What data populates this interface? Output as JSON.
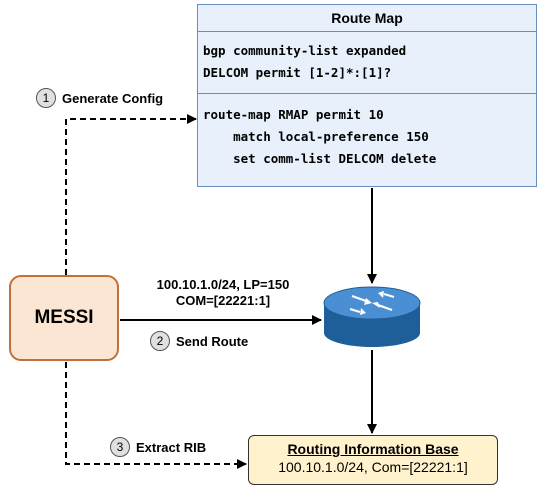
{
  "route_map": {
    "title": "Route Map",
    "community_lines": [
      "bgp community-list expanded",
      "DELCOM permit [1-2]*:[1]?"
    ],
    "route_map_lines": [
      "route-map RMAP permit 10",
      "    match local-preference 150",
      "    set comm-list DELCOM delete"
    ]
  },
  "messi": {
    "label": "MESSI"
  },
  "route": {
    "prefix_line": "100.10.1.0/24, LP=150",
    "community_line": "COM=[22221:1]"
  },
  "steps": [
    {
      "number": "1",
      "label": "Generate Config"
    },
    {
      "number": "2",
      "label": "Send Route"
    },
    {
      "number": "3",
      "label": "Extract RIB"
    }
  ],
  "rib": {
    "title": "Routing Information Base",
    "value": "100.10.1.0/24, Com=[22221:1]"
  },
  "router": {
    "icon": "router-icon"
  },
  "colors": {
    "route_map_fill": "#e8f1fb",
    "route_map_border": "#6c8ebf",
    "messi_fill": "#fbe6d3",
    "messi_border": "#c0703a",
    "rib_fill": "#fff2cc",
    "router_blue": "#1f5f99"
  }
}
